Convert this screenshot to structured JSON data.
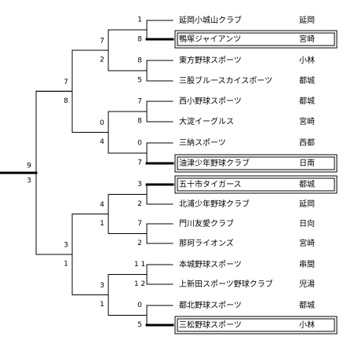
{
  "teams": [
    {
      "name": "延岡小城山クラブ",
      "region": "延岡",
      "boxed": false
    },
    {
      "name": "鴨塚ジャイアンツ",
      "region": "宮崎",
      "boxed": true
    },
    {
      "name": "東方野球スポーツ",
      "region": "小林",
      "boxed": false
    },
    {
      "name": "三股ブルースカイスポーツ",
      "region": "都城",
      "boxed": false
    },
    {
      "name": "西小野球スポーツ",
      "region": "都城",
      "boxed": false
    },
    {
      "name": "大淀イーグルス",
      "region": "宮崎",
      "boxed": false
    },
    {
      "name": "三納スポーツ",
      "region": "西都",
      "boxed": false
    },
    {
      "name": "油津少年野球クラブ",
      "region": "日南",
      "boxed": true
    },
    {
      "name": "五十市タイガース",
      "region": "都城",
      "boxed": true
    },
    {
      "name": "北浦少年野球クラブ",
      "region": "延岡",
      "boxed": false
    },
    {
      "name": "門川友愛クラブ",
      "region": "日向",
      "boxed": false
    },
    {
      "name": "那珂ライオンズ",
      "region": "宮崎",
      "boxed": false
    },
    {
      "name": "本城野球スポーツ",
      "region": "串間",
      "boxed": false
    },
    {
      "name": "上新田スポーツ野球クラブ",
      "region": "児湯",
      "boxed": false
    },
    {
      "name": "都北野球スポーツ",
      "region": "都城",
      "boxed": false
    },
    {
      "name": "三松野球スポーツ",
      "region": "小林",
      "boxed": true
    }
  ],
  "matches": [
    {
      "top": "1",
      "bottom": "8"
    },
    {
      "top": "8",
      "bottom": "5"
    },
    {
      "top": "7",
      "bottom": "8"
    },
    {
      "top": "0",
      "bottom": "7"
    },
    {
      "top": "3",
      "bottom": "2"
    },
    {
      "top": "7",
      "bottom": "2"
    },
    {
      "top": "1 1",
      "bottom": "1 2"
    },
    {
      "top": "0",
      "bottom": "5"
    },
    {
      "top": "7",
      "bottom": "2"
    },
    {
      "top": "0",
      "bottom": "4"
    },
    {
      "top": "4",
      "bottom": "1"
    },
    {
      "top": "3",
      "bottom": "1"
    },
    {
      "top": "7",
      "bottom": "8"
    },
    {
      "top": "3",
      "bottom": "1"
    },
    {
      "top": "9",
      "bottom": "3"
    }
  ],
  "colors": {
    "line": "#000000",
    "box": "#000000",
    "background": "#ffffff"
  }
}
